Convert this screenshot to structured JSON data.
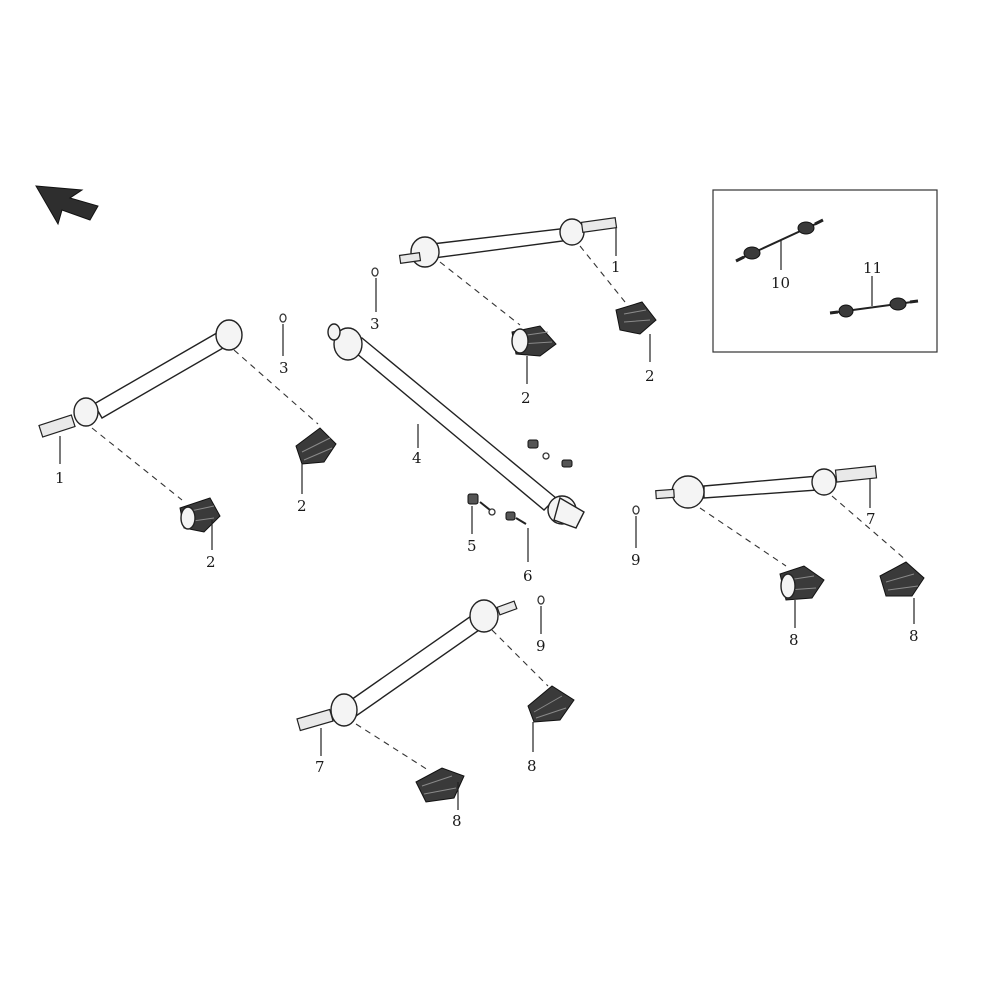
{
  "callouts": {
    "c1_left": "1",
    "c1_top": "1",
    "c2_a": "2",
    "c2_b": "2",
    "c2_c": "2",
    "c2_d": "2",
    "c3_left": "3",
    "c3_top": "3",
    "c4": "4",
    "c5": "5",
    "c6": "6",
    "c7_right": "7",
    "c7_bottom": "7",
    "c8_a": "8",
    "c8_b": "8",
    "c8_c": "8",
    "c8_d": "8",
    "c9_right": "9",
    "c9_bottom": "9",
    "c10": "10",
    "c11": "11"
  },
  "colors": {
    "ink": "#222222",
    "boot": "#3a3a3a",
    "arrow": "#2e2e2e"
  },
  "icons": {
    "orientation": "front-direction-arrow-icon"
  }
}
